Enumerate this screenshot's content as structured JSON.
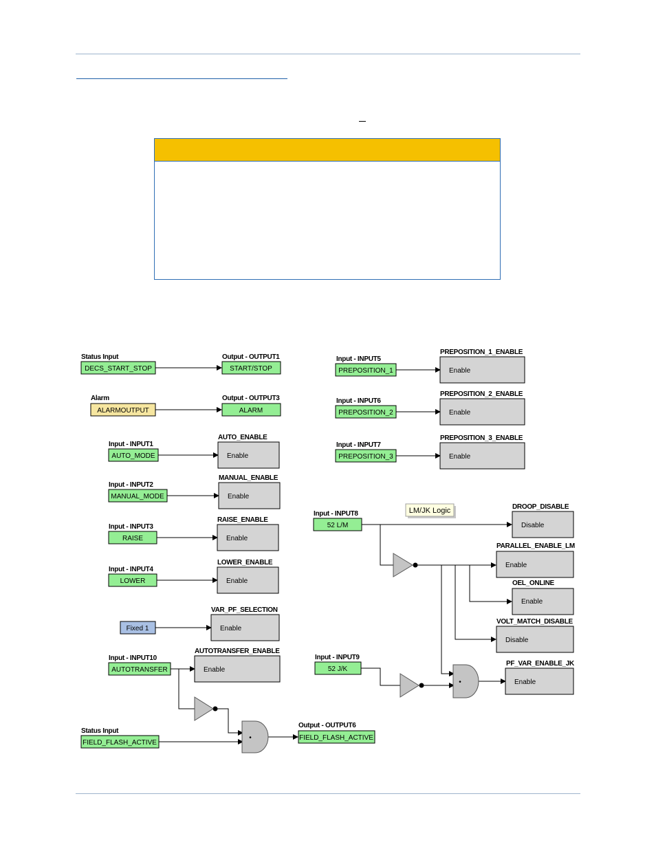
{
  "colors": {
    "green": "#94ee94",
    "yellow": "#f6e6a0",
    "blue": "#a9c0e4",
    "gray": "#d4d4d4",
    "note_header": "#f5c000",
    "rule": "#9db4cc"
  },
  "inputs": [
    {
      "id": "in_start",
      "label": "Status Input",
      "text": "DECS_START_STOP",
      "color": "green"
    },
    {
      "id": "in_alarm",
      "label": "Alarm",
      "text": "ALARMOUTPUT",
      "color": "yellow"
    },
    {
      "id": "in1",
      "label": "Input - INPUT1",
      "text": "AUTO_MODE",
      "color": "green"
    },
    {
      "id": "in2",
      "label": "Input - INPUT2",
      "text": "MANUAL_MODE",
      "color": "green"
    },
    {
      "id": "in3",
      "label": "Input - INPUT3",
      "text": "RAISE",
      "color": "green"
    },
    {
      "id": "in4",
      "label": "Input - INPUT4",
      "text": "LOWER",
      "color": "green"
    },
    {
      "id": "in_fixed",
      "label": "",
      "text": "Fixed 1",
      "color": "blue"
    },
    {
      "id": "in10",
      "label": "Input - INPUT10",
      "text": "AUTOTRANSFER",
      "color": "green"
    },
    {
      "id": "in_ff",
      "label": "Status Input",
      "text": "FIELD_FLASH_ACTIVE",
      "color": "green"
    },
    {
      "id": "in5",
      "label": "Input - INPUT5",
      "text": "PREPOSITION_1",
      "color": "green"
    },
    {
      "id": "in6",
      "label": "Input - INPUT6",
      "text": "PREPOSITION_2",
      "color": "green"
    },
    {
      "id": "in7",
      "label": "Input - INPUT7",
      "text": "PREPOSITION_3",
      "color": "green"
    },
    {
      "id": "in8",
      "label": "Input - INPUT8",
      "text": "52 L/M",
      "color": "green"
    },
    {
      "id": "in9",
      "label": "Input - INPUT9",
      "text": "52 J/K",
      "color": "green"
    }
  ],
  "outputs": [
    {
      "id": "out1",
      "label": "Output - OUTPUT1",
      "text": "START/STOP"
    },
    {
      "id": "out3",
      "label": "Output - OUTPUT3",
      "text": "ALARM"
    },
    {
      "id": "out6",
      "label": "Output - OUTPUT6",
      "text": "FIELD_FLASH_ACTIVE"
    }
  ],
  "functions": [
    {
      "id": "f_auto",
      "label": "AUTO_ENABLE",
      "port": "Enable"
    },
    {
      "id": "f_manual",
      "label": "MANUAL_ENABLE",
      "port": "Enable"
    },
    {
      "id": "f_raise",
      "label": "RAISE_ENABLE",
      "port": "Enable"
    },
    {
      "id": "f_lower",
      "label": "LOWER_ENABLE",
      "port": "Enable"
    },
    {
      "id": "f_varpf",
      "label": "VAR_PF_SELECTION",
      "port": "Enable"
    },
    {
      "id": "f_at",
      "label": "AUTOTRANSFER_ENABLE",
      "port": "Enable"
    },
    {
      "id": "f_p1",
      "label": "PREPOSITION_1_ENABLE",
      "port": "Enable"
    },
    {
      "id": "f_p2",
      "label": "PREPOSITION_2_ENABLE",
      "port": "Enable"
    },
    {
      "id": "f_p3",
      "label": "PREPOSITION_3_ENABLE",
      "port": "Enable"
    },
    {
      "id": "f_droop",
      "label": "DROOP_DISABLE",
      "port": "Disable"
    },
    {
      "id": "f_par",
      "label": "PARALLEL_ENABLE_LM",
      "port": "Enable"
    },
    {
      "id": "f_oel",
      "label": "OEL_ONLINE",
      "port": "Enable"
    },
    {
      "id": "f_vm",
      "label": "VOLT_MATCH_DISABLE",
      "port": "Disable"
    },
    {
      "id": "f_pfvar",
      "label": "PF_VAR_ENABLE_JK",
      "port": "Enable"
    }
  ],
  "comment": "LM/JK Logic",
  "gate_symbol": "•"
}
